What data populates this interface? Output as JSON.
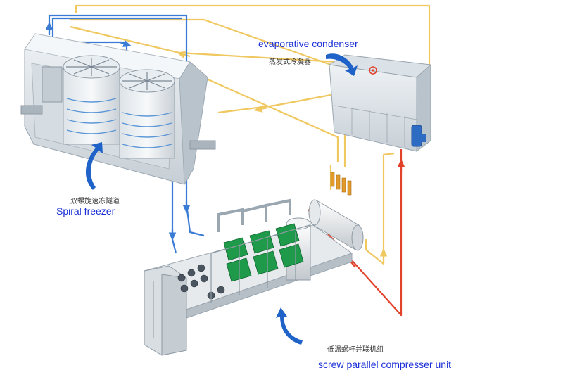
{
  "labels": {
    "condenser_en": "evaporative condenser",
    "condenser_cn": "蒸发式冷凝器",
    "freezer_cn": "双螺旋速冻隧道",
    "freezer_en": "Spiral freezer",
    "compressor_cn": "低温螺杆并联机组",
    "compressor_en": "screw parallel compresser unit"
  },
  "colors": {
    "hot_gas_line": "#f0c860",
    "liquid_line": "#e2412a",
    "suction_line": "#3a7bd5",
    "pointer_arrow": "#1f63c8",
    "equipment_green": "#1e9a4a"
  },
  "icons": [
    "curved-pointer-arrow",
    "flow-direction-arrow"
  ]
}
